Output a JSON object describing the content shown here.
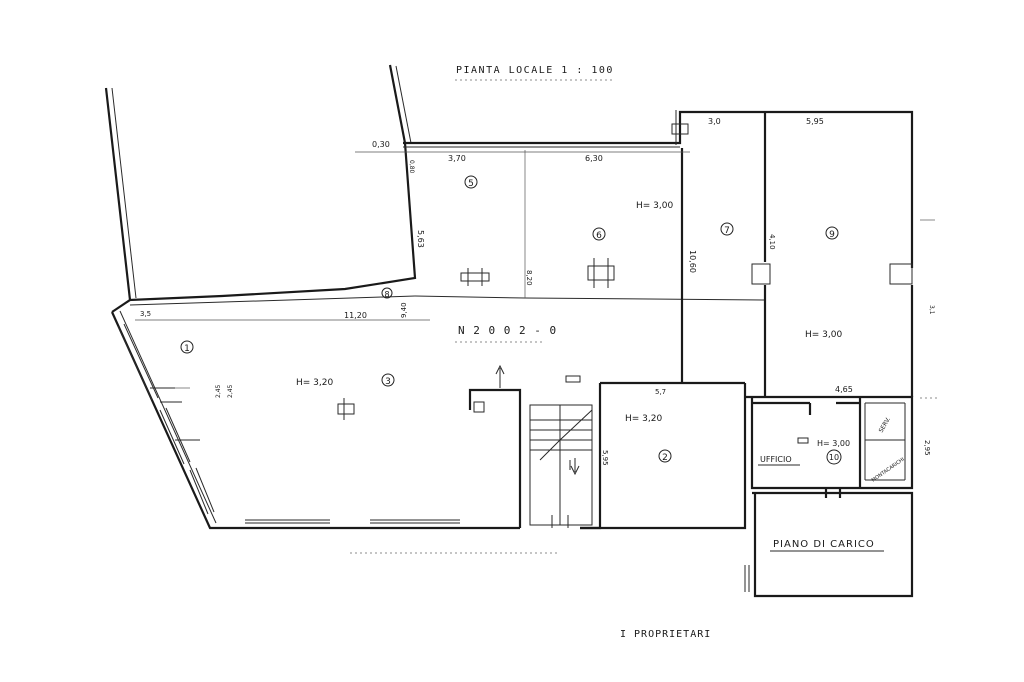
{
  "title": "PIANTA LOCALE 1 : 100",
  "section_label": "N 2 0 0 2 - 0",
  "footer": "I   PROPRIETARI",
  "rooms": {
    "r1": "1",
    "r2": "2",
    "r3": "3",
    "r5": "5",
    "r6": "6",
    "r7": "7",
    "r8": "8",
    "r9": "9",
    "r10": "10"
  },
  "heights": {
    "main_hall": "H= 3,20",
    "north_center": "H= 3,00",
    "east_room": "H= 3,00",
    "south_center": "H=  3,20",
    "ufficio": "H= 3,00"
  },
  "labels": {
    "ufficio": "UFFICIO",
    "serv": "SERV.",
    "montacarichi": "MONTACARICHI",
    "piano_di_carico": "PIANO DI CARICO"
  },
  "dimensions": {
    "d_030": "0,30",
    "d_370": "3,70",
    "d_630": "6,30",
    "d_30": "3,0",
    "d_595": "5,95",
    "d_565": "5,63",
    "d_1120": "11,20",
    "d_35": "3,5",
    "d_940": "9,40",
    "d_1060": "10,60",
    "d_410": "4,10",
    "d_820": "8,20",
    "d_57": "5,7",
    "d_465": "4,65",
    "d_295": "2,95",
    "d_595b": "5,95",
    "d_245": "2,45",
    "d_245b": "2,45",
    "d_31": "3,1",
    "d_080": "0,80"
  }
}
